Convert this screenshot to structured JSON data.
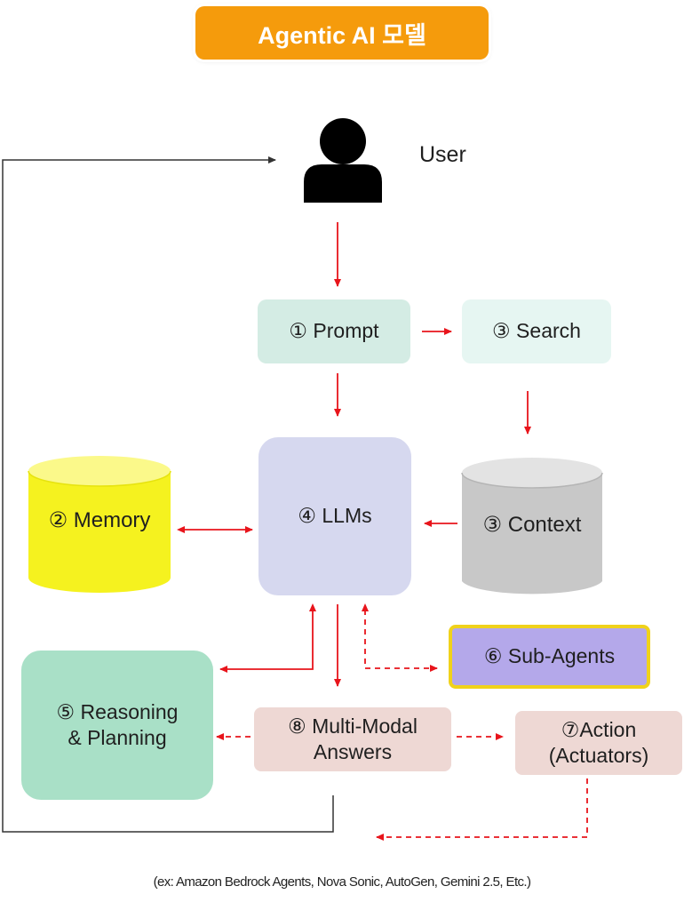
{
  "title": "Agentic AI 모델",
  "user_label": "User",
  "nodes": {
    "prompt": "① Prompt",
    "search": "③ Search",
    "llms": "④ LLMs",
    "memory": "② Memory",
    "context": "③ Context",
    "sub_agents": "⑥ Sub-Agents",
    "reasoning": "⑤ Reasoning\n& Planning",
    "multimodal": "⑧ Multi-Modal\nAnswers",
    "action": "⑦Action\n(Actuators)"
  },
  "footer": "(ex: Amazon Bedrock Agents, Nova Sonic, AutoGen, Gemini 2.5, Etc.)",
  "colors": {
    "title_bg": "#f59b0c",
    "arrow": "#e8141b",
    "feedback_line": "#333333",
    "memory_fill": "#f5f21f",
    "context_fill": "#c8c8c8"
  }
}
